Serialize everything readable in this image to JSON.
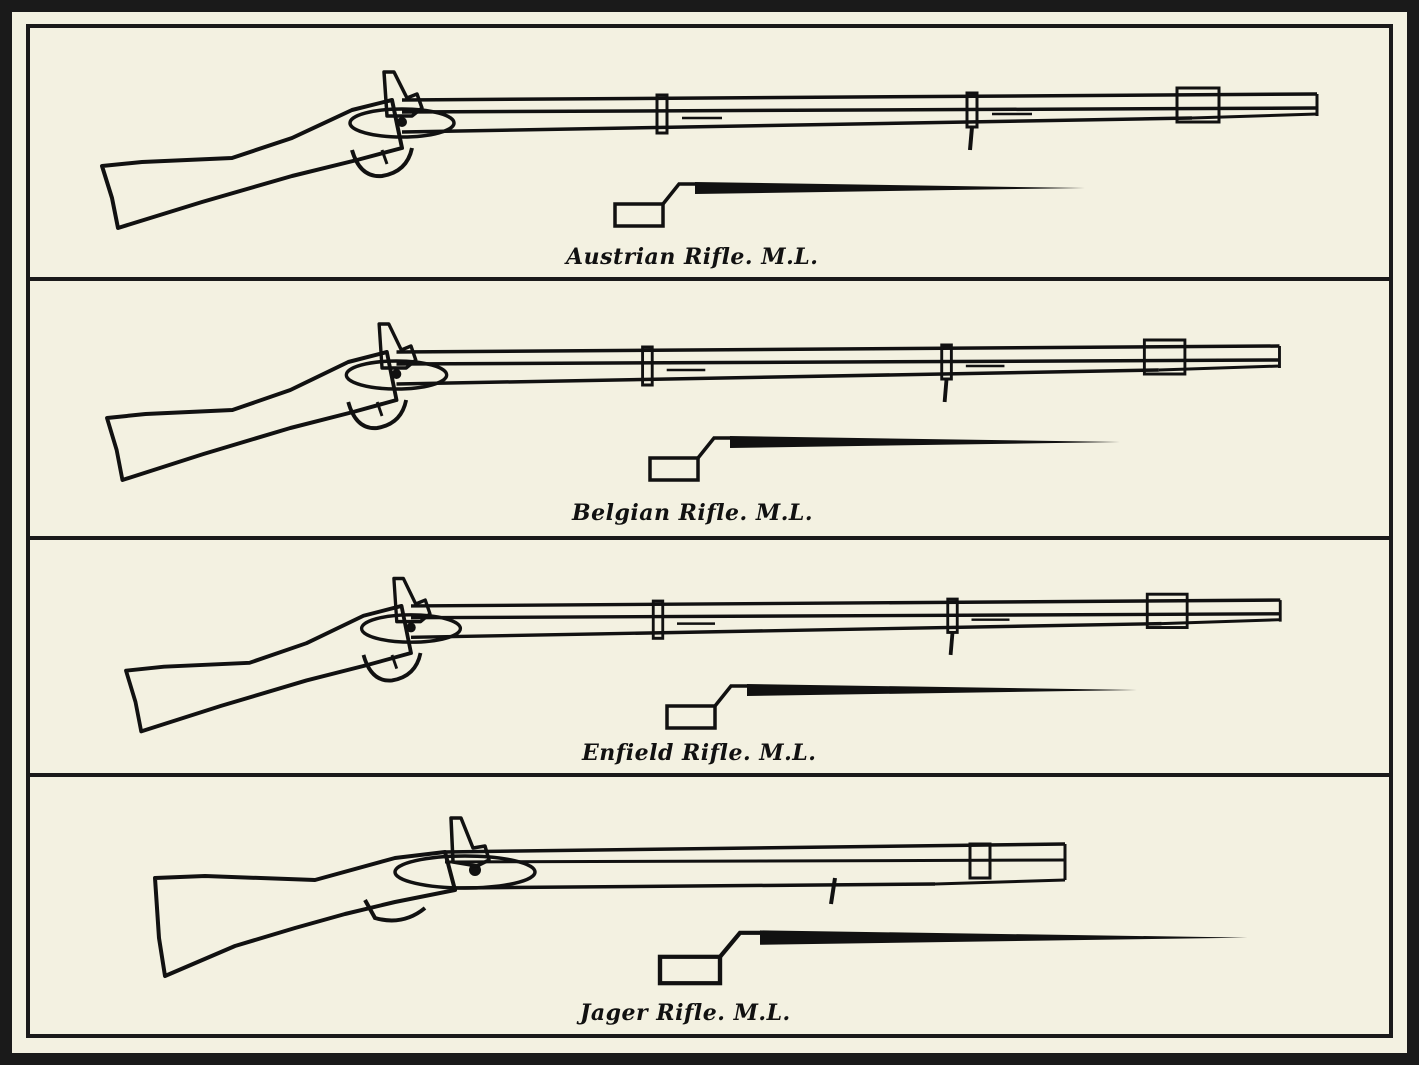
{
  "colors": {
    "paper": "#f3f1e1",
    "ink": "#111111",
    "frame": "#1a1a1a"
  },
  "panels": [
    {
      "id": "austrian",
      "label": "Austrian Rifle. M.L."
    },
    {
      "id": "belgian",
      "label": "Belgian  Rifle. M.L."
    },
    {
      "id": "enfield",
      "label": "Enfield Rifle. M.L."
    },
    {
      "id": "jager",
      "label": "Jager Rifle. M.L."
    }
  ]
}
